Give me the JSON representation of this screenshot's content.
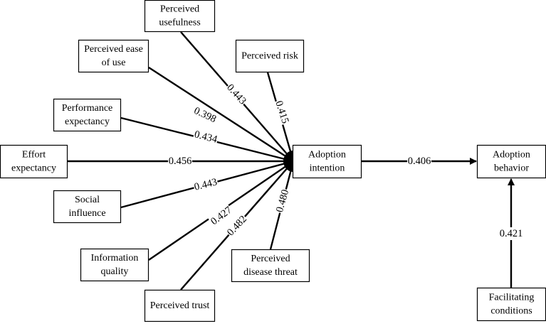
{
  "nodes": {
    "perceived_usefulness": [
      "Perceived",
      "usefulness"
    ],
    "perceived_ease_of_use": [
      "Perceived ease",
      "of use"
    ],
    "perceived_risk": [
      "Perceived risk"
    ],
    "performance_expectancy": [
      "Performance",
      "expectancy"
    ],
    "effort_expectancy": [
      "Effort",
      "expectancy"
    ],
    "social_influence": [
      "Social",
      "influence"
    ],
    "information_quality": [
      "Information",
      "quality"
    ],
    "perceived_trust": [
      "Perceived trust"
    ],
    "perceived_disease_threat": [
      "Perceived",
      "disease threat"
    ],
    "adoption_intention": [
      "Adoption",
      "intention"
    ],
    "adoption_behavior": [
      "Adoption",
      "behavior"
    ],
    "facilitating_conditions": [
      "Facilitating",
      "conditions"
    ]
  },
  "paths": [
    {
      "from": "perceived_usefulness",
      "to": "adoption_intention",
      "coefficient": "0.443"
    },
    {
      "from": "perceived_ease_of_use",
      "to": "adoption_intention",
      "coefficient": "0.398"
    },
    {
      "from": "perceived_risk",
      "to": "adoption_intention",
      "coefficient": "0.415"
    },
    {
      "from": "performance_expectancy",
      "to": "adoption_intention",
      "coefficient": "0.434"
    },
    {
      "from": "effort_expectancy",
      "to": "adoption_intention",
      "coefficient": "0.456"
    },
    {
      "from": "social_influence",
      "to": "adoption_intention",
      "coefficient": "0.443"
    },
    {
      "from": "information_quality",
      "to": "adoption_intention",
      "coefficient": "0.427"
    },
    {
      "from": "perceived_trust",
      "to": "adoption_intention",
      "coefficient": "0.482"
    },
    {
      "from": "perceived_disease_threat",
      "to": "adoption_intention",
      "coefficient": "0.480"
    },
    {
      "from": "adoption_intention",
      "to": "adoption_behavior",
      "coefficient": "0.406"
    },
    {
      "from": "facilitating_conditions",
      "to": "adoption_behavior",
      "coefficient": "0.421"
    }
  ]
}
